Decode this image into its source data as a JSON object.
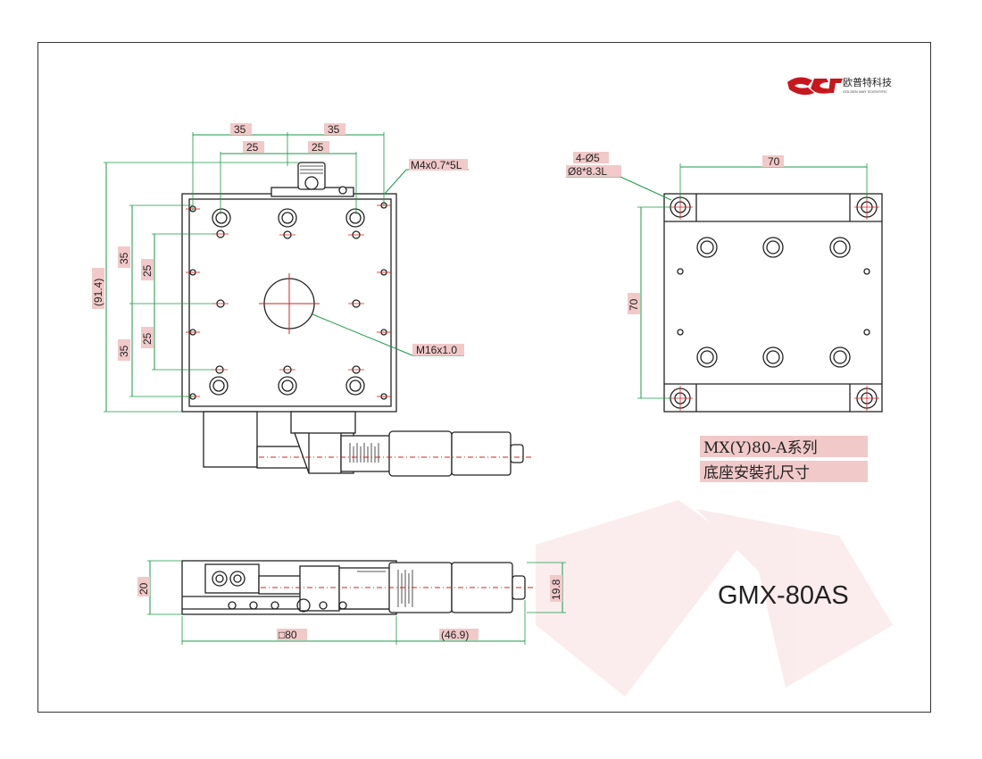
{
  "brand": {
    "name_cn": "欧普特科技",
    "name_en": "GOLDEN WAY SCIENTIFIC",
    "color": "#c8161d"
  },
  "top_view": {
    "dims": {
      "w35_left": "35",
      "w35_right": "35",
      "w25_left": "25",
      "w25_right": "25",
      "h914": "(91.4)",
      "h35_top": "35",
      "h35_bottom": "35",
      "h25_top": "25",
      "h25_bottom": "25"
    },
    "callouts": {
      "thread": "M4x0.7*5L",
      "center": "M16x1.0"
    }
  },
  "base_view": {
    "dims": {
      "w70": "70",
      "h70": "70"
    },
    "callout": {
      "line1": "4-Ø5",
      "line2": "Ø8*8.3L"
    }
  },
  "series_label": {
    "line1": "MX(Y)80-A系列",
    "line2": "底座安裝孔尺寸"
  },
  "side_view": {
    "dims": {
      "h20": "20",
      "h198": "19.8",
      "w80": "□80",
      "w469": "(46.9)"
    }
  },
  "model": "GMX-80AS",
  "colors": {
    "dimension": "#1a9a4a",
    "centerline": "#d42020",
    "label_bg": "#f2c9c9"
  }
}
